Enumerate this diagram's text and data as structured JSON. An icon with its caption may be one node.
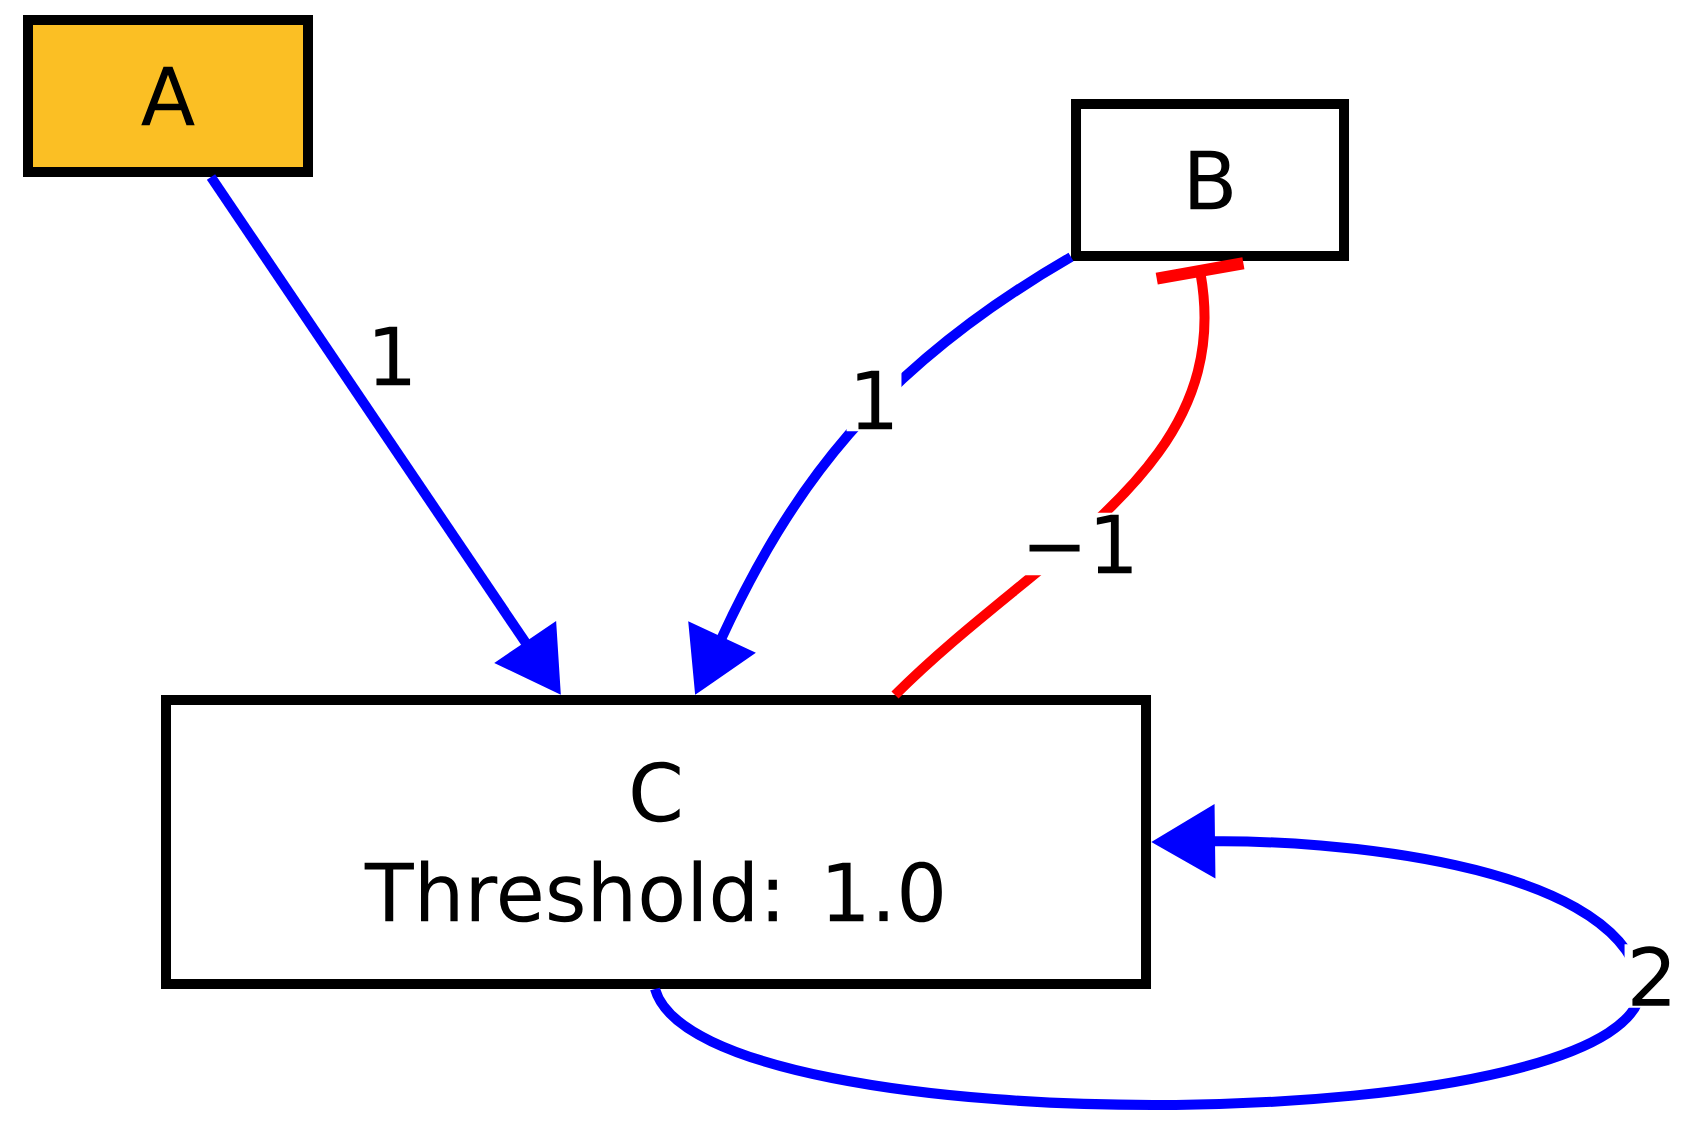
{
  "diagram": {
    "nodes": [
      {
        "text": [
          "A"
        ]
      },
      {
        "text": [
          "B"
        ]
      },
      {
        "text": [
          "C",
          "Threshold: 1.0"
        ]
      }
    ],
    "edges": [
      {
        "from": 0,
        "to": 2,
        "arrow": "to",
        "label": "1"
      },
      {
        "from": 1,
        "to": 2,
        "arrow": "to",
        "label": "1"
      },
      {
        "from": 2,
        "to": 1,
        "arrow": "other",
        "label": "−1",
        "color": "#ff0000"
      },
      {
        "from": 2,
        "to": 2,
        "arrow": "to",
        "label": "2"
      }
    ]
  }
}
